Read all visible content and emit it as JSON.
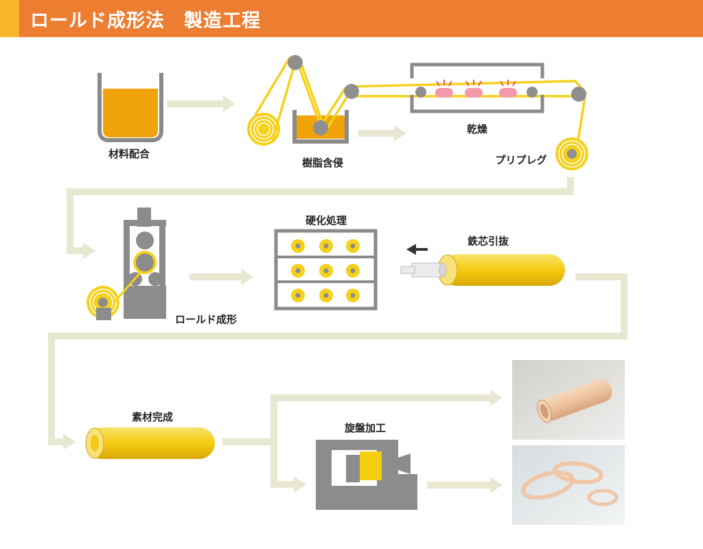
{
  "title": "ロールド成形法　製造工程",
  "steps": {
    "material_mixing": "材料配合",
    "resin_impregnation": "樹脂含侵",
    "drying": "乾燥",
    "prepreg": "プリプレグ",
    "roll_forming": "ロールド成形",
    "curing": "硬化処理",
    "core_extraction": "鉄芯引抜",
    "material_complete": "素材完成",
    "lathe_machining": "旋盤加工"
  },
  "colors": {
    "header": "#ec7d31",
    "header_accent": "#f8b52a",
    "yellow": "#f5d11c",
    "resin": "#f0a30a",
    "flow_arrow": "#e8e8d2",
    "machine_gray": "#8c8c8c",
    "product_tube": "#f0c9a8"
  }
}
